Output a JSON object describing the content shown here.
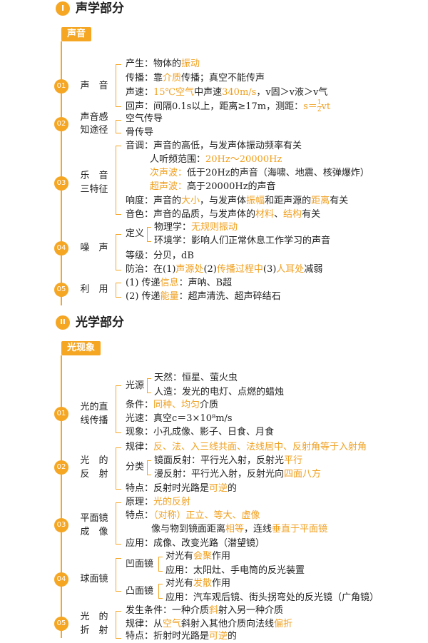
{
  "sec1": {
    "num": "I",
    "title": "声学部分",
    "tag": "声音"
  },
  "s1": {
    "n1": "01",
    "l1": "声　音",
    "t1a": "产生：物体的",
    "t1a_o": "振动",
    "t1b1": "传播：靠",
    "t1b_o": "介质",
    "t1b2": "传播；真空不能传声",
    "t1c1": "声速：",
    "t1c_o1": "15℃空气",
    "t1c2": "中声速",
    "t1c_o2": "340m/s",
    "t1c3": "，v固＞v液＞v气",
    "t1d1": "回声：间隔0.1s以上，距离≥17m，测距：",
    "t1d_o": "s＝",
    "t1d_num": "1",
    "t1d_den": "2",
    "t1d_o2": "vt",
    "n2": "02",
    "l2a": "声音感",
    "l2b": "知途径",
    "t2a": "空气传导",
    "t2b": "骨传导",
    "n3": "03",
    "l3a": "乐　音",
    "l3b": "三特征",
    "t3a": "音调：声音的高低，与发声体振动频率有关",
    "t3b1": "人听频范围：",
    "t3b_o": "20Hz～20000Hz",
    "t3c_o": "次声波：",
    "t3c": "低于20Hz的声音（海啸、地震、核弹爆炸）",
    "t3d_o": "超声波：",
    "t3d": "高于20000Hz的声音",
    "t3e1": "响度：声音的",
    "t3e_o1": "大小",
    "t3e2": "，与发声体",
    "t3e_o2": "振幅",
    "t3e3": "和距声源的",
    "t3e_o3": "距离",
    "t3e4": "有关",
    "t3f1": "音色：声音的品质，与发声体的",
    "t3f_o1": "材料",
    "t3f2": "、",
    "t3f_o2": "结构",
    "t3f3": "有关",
    "n4": "04",
    "l4": "噪　声",
    "t4a": "定义",
    "t4a1a": "物理学：",
    "t4a1_o": "无规则振动",
    "t4a2": "环境学：影响人们正常休息工作学习的声音",
    "t4b": "等级：分贝，dB",
    "t4c1": "防治：在(1)",
    "t4c_o1": "声源处",
    "t4c2": "(2)",
    "t4c_o2": "传播过程中",
    "t4c3": "(3)",
    "t4c_o3": "人耳处",
    "t4c4": "减弱",
    "n5": "05",
    "l5": "利　用",
    "t5a1": "(1) 传递",
    "t5a_o": "信息",
    "t5a2": "：声呐、B超",
    "t5b1": "(2) 传递",
    "t5b_o": "能量",
    "t5b2": "：超声清洗、超声碎结石"
  },
  "sec2": {
    "num": "II",
    "title": "光学部分",
    "tag": "光现象"
  },
  "s2": {
    "n1": "01",
    "l1a": "光的直",
    "l1b": "线传播",
    "t1a": "光源",
    "t1a1": "天然：恒星、萤火虫",
    "t1a2": "人造：发光的电灯、点燃的蜡烛",
    "t1b1": "条件：",
    "t1b_o": "同种、均匀",
    "t1b2": "介质",
    "t1c": "光速：真空c＝3×10⁸m/s",
    "t1d": "现象：小孔成像、影子、日食、月食",
    "n2": "02",
    "l2a": "光　的",
    "l2b": "反　射",
    "t2a1": "规律：",
    "t2a_o": "反、法、入三线共面、法线居中、反射角等于入射角",
    "t2b": "分类",
    "t2b1a": "镜面反射：平行光入射，反射光",
    "t2b1_o": "平行",
    "t2b2a": "漫反射：平行光入射，反射光向",
    "t2b2_o": "四面八方",
    "t2c1": "特点：反射时光路是",
    "t2c_o": "可逆",
    "t2c2": "的",
    "n3": "03",
    "l3a": "平面镜",
    "l3b": "成　像",
    "t3a1": "原理：",
    "t3a_o": "光的反射",
    "t3b1": "特点：",
    "t3b_o": "（对称）正立、等大、虚像",
    "t3c1": "像与物到镜面距离",
    "t3c_o1": "相等",
    "t3c2": "，连线",
    "t3c_o2": "垂直于平面镜",
    "t3d": "应用：成像、改变光路（潜望镜）",
    "n4": "04",
    "l4": "球面镜",
    "t4a": "凹面镜",
    "t4a1a": "对光有",
    "t4a1_o": "会聚",
    "t4a1b": "作用",
    "t4a2": "应用：太阳灶、手电筒的反光装置",
    "t4b": "凸面镜",
    "t4b1a": "对光有",
    "t4b1_o": "发散",
    "t4b1b": "作用",
    "t4b2": "应用：汽车观后镜、街头拐弯处的反光镜（广角镜）",
    "n5": "05",
    "l5a": "光　的",
    "l5b": "折　射",
    "t5a1": "发生条件：一种介质",
    "t5a_o": "斜",
    "t5a2": "射入另一种介质",
    "t5b1": "规律：从",
    "t5b_o1": "空气",
    "t5b2": "斜射入其他介质向法线",
    "t5b_o2": "偏折",
    "t5c1": "特点：折射时光路是",
    "t5c_o": "可逆",
    "t5c2": "的"
  }
}
